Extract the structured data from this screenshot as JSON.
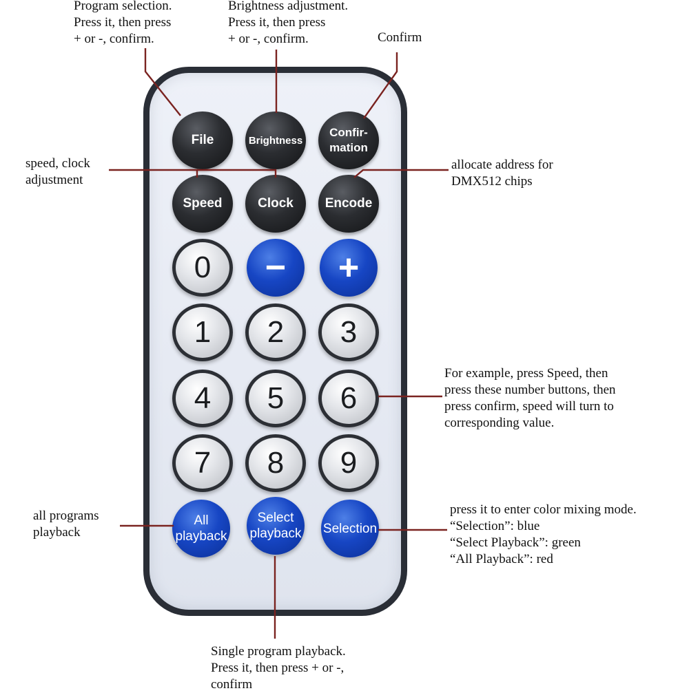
{
  "buttons": {
    "file": "File",
    "brightness": "Brightness",
    "confirmation": "Confir-\nmation",
    "speed": "Speed",
    "clock": "Clock",
    "encode": "Encode",
    "zero": "0",
    "minus": "−",
    "plus": "+",
    "one": "1",
    "two": "2",
    "three": "3",
    "four": "4",
    "five": "5",
    "six": "6",
    "seven": "7",
    "eight": "8",
    "nine": "9",
    "all_playback": "All\nplayback",
    "select_playback": "Select\nplayback",
    "selection": "Selection"
  },
  "annotations": {
    "program_selection": "Program selection.\nPress it, then press\n+ or -, confirm.",
    "brightness_adjustment": "Brightness adjustment.\nPress it, then press\n+ or -, confirm.",
    "confirm": "Confirm",
    "speed_clock": "speed, clock\nadjustment",
    "dmx_address": "allocate address for\nDMX512 chips",
    "number_example": "For example, press Speed, then\npress these number buttons, then\npress confirm, speed will turn to\ncorresponding value.",
    "all_programs": "all programs\nplayback",
    "color_mixing": "press it to enter color mixing mode.\n“Selection”: blue\n“Select Playback”: green\n“All Playback”: red",
    "single_program": "Single program playback.\nPress it, then press + or -,\nconfirm"
  },
  "colors": {
    "leader_line": "#7a2320",
    "remote_frame": "#2a2e36",
    "blue_button": "#1746c4",
    "black_button": "#2b2d31"
  }
}
